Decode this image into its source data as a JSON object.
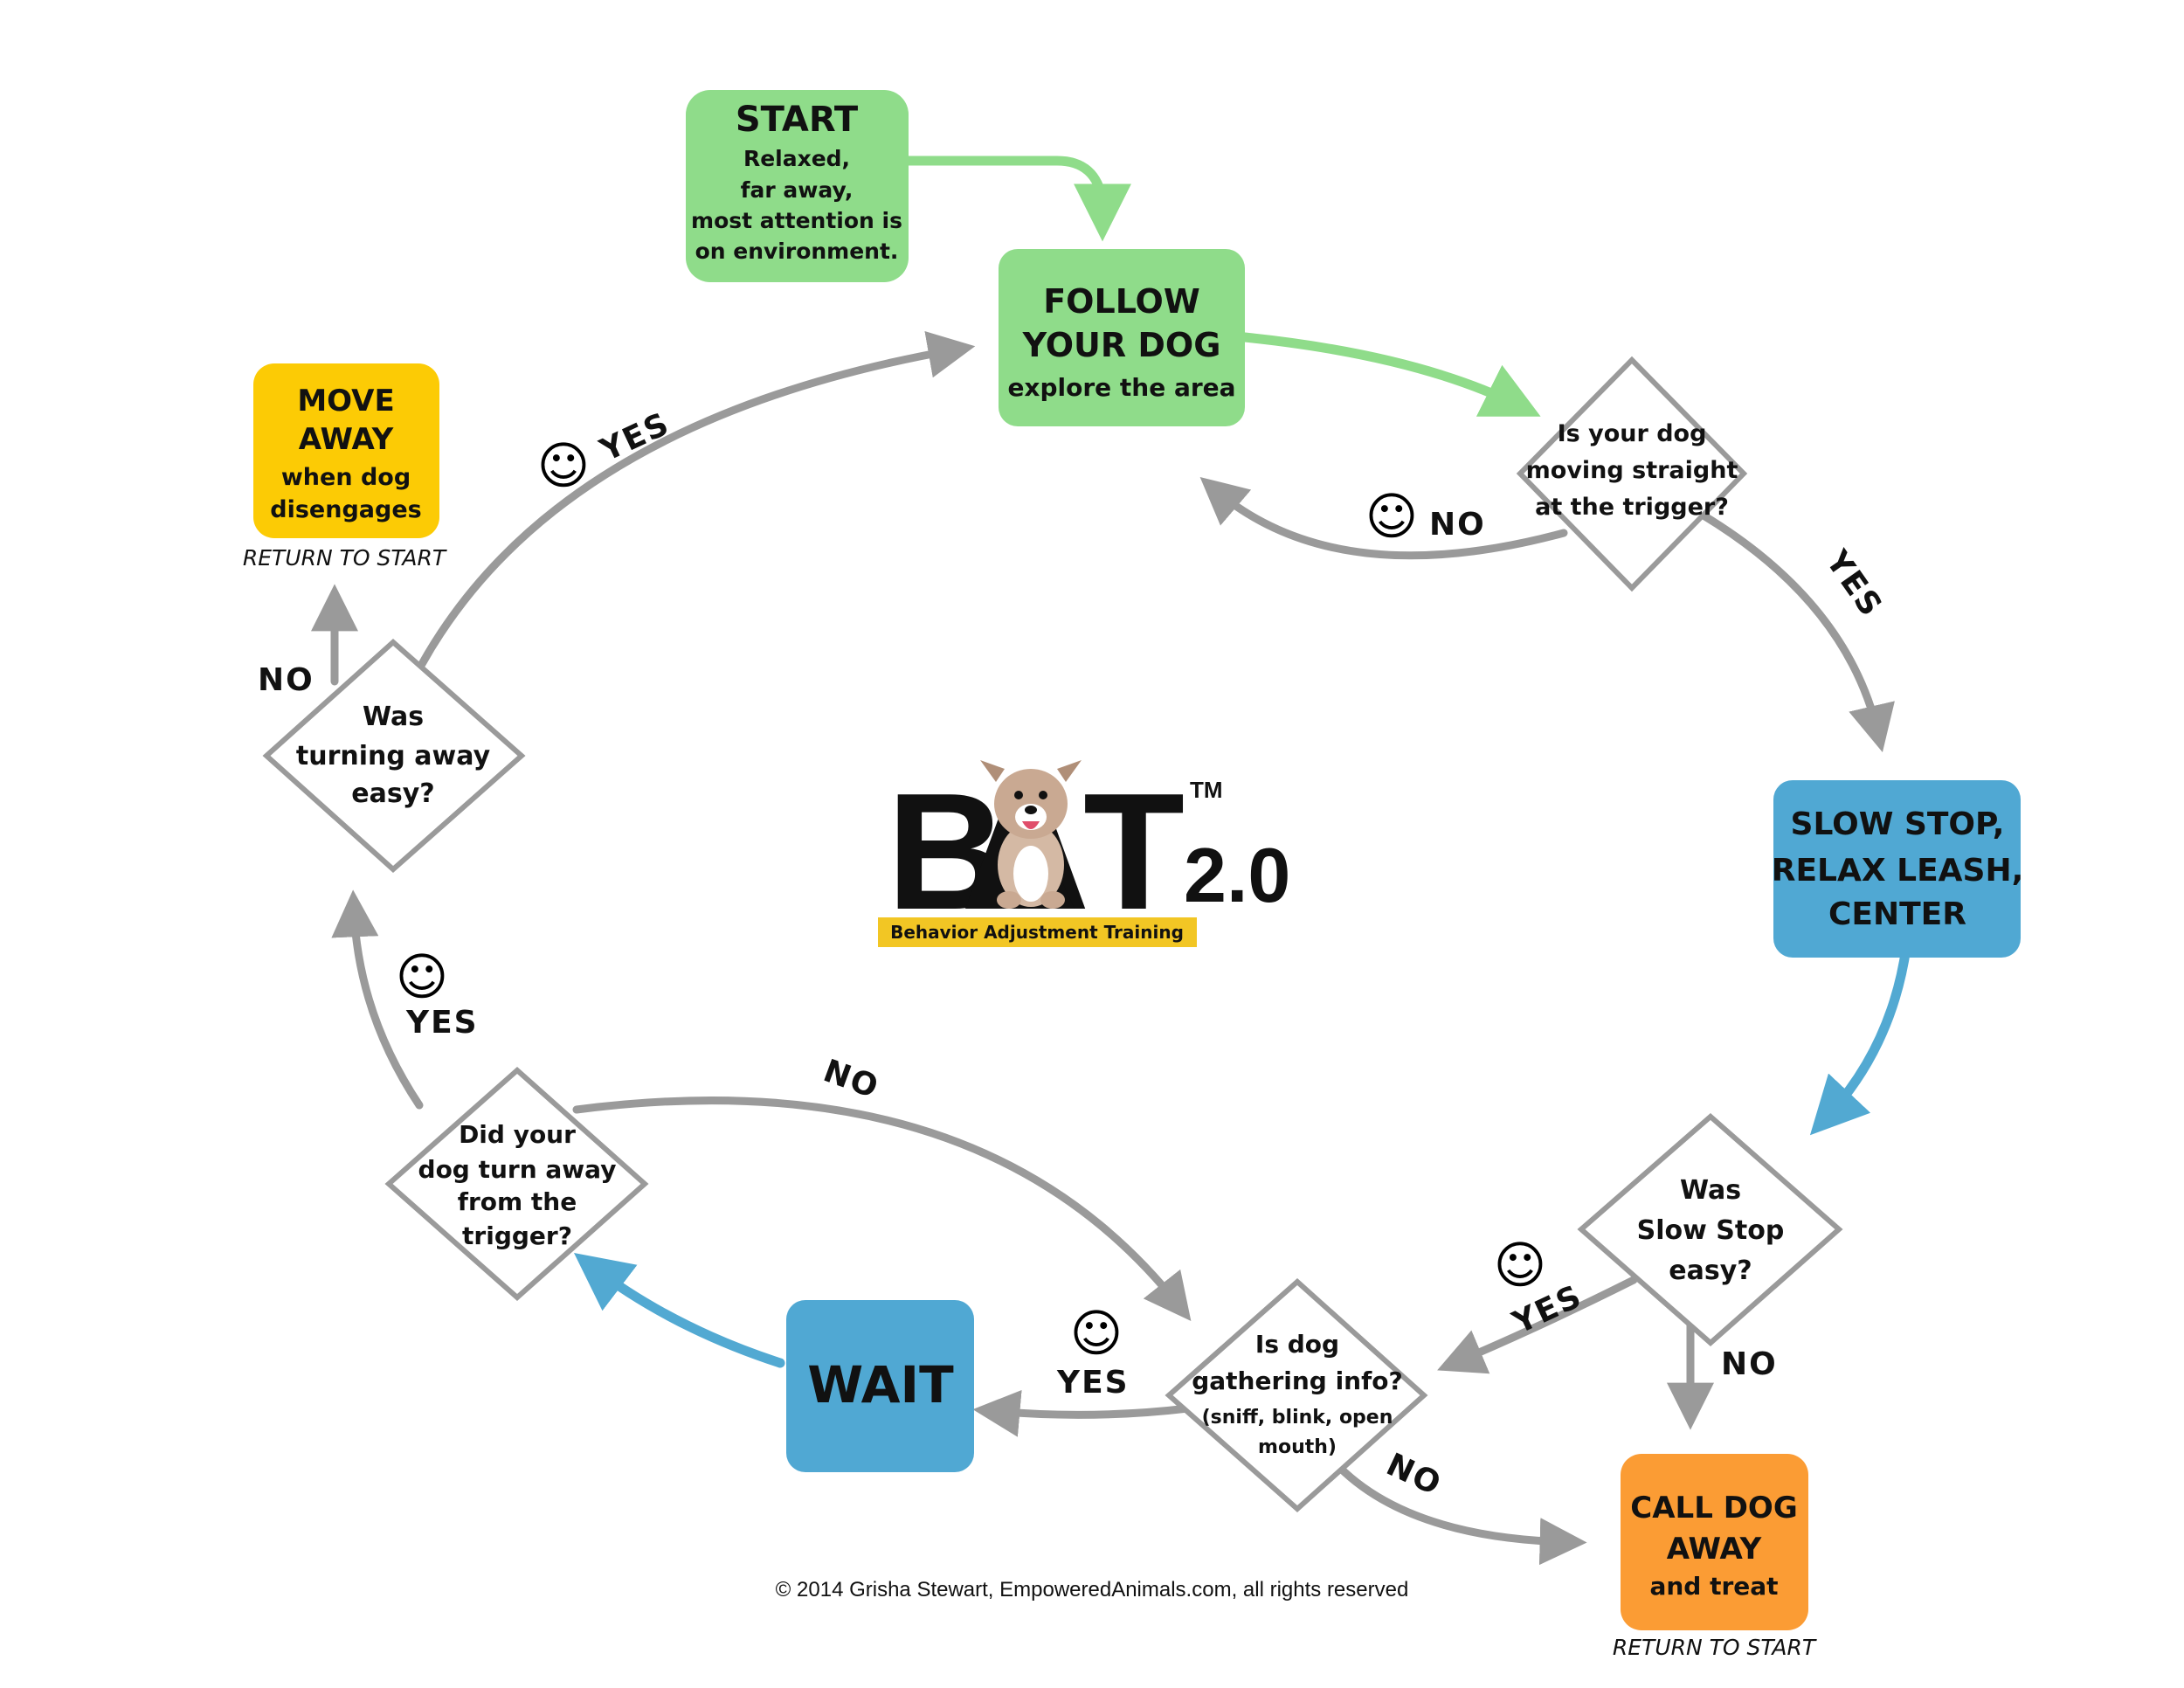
{
  "colors": {
    "green": "#8fdc8a",
    "yellow": "#fccb05",
    "blue": "#50a8d3",
    "orange": "#fb9c34",
    "gray_arrow": "#9a9a9a",
    "blue_arrow": "#52a9d2",
    "green_arrow": "#8fdc8a",
    "logo_banner": "#f2c624"
  },
  "nodes": {
    "start": {
      "title": "START",
      "l1": "Relaxed,",
      "l2": "far away,",
      "l3": "most attention is",
      "l4": "on environment."
    },
    "follow": {
      "l1": "FOLLOW",
      "l2": "YOUR DOG",
      "l3": "explore the area"
    },
    "move_away": {
      "l1": "MOVE",
      "l2": "AWAY",
      "l3": "when dog",
      "l4": "disengages",
      "note": "RETURN TO START"
    },
    "slow_stop": {
      "l1": "SLOW STOP,",
      "l2": "RELAX LEASH,",
      "l3": "CENTER"
    },
    "call_dog": {
      "l1": "CALL DOG",
      "l2": "AWAY",
      "l3": "and treat",
      "note": "RETURN TO START"
    },
    "wait": {
      "l1": "WAIT"
    }
  },
  "decisions": {
    "moving_straight": {
      "l1": "Is your dog",
      "l2": "moving straight",
      "l3": "at the trigger?"
    },
    "turning_easy": {
      "l1": "Was",
      "l2": "turning away",
      "l3": "easy?"
    },
    "slow_stop_easy": {
      "l1": "Was",
      "l2": "Slow Stop",
      "l3": "easy?"
    },
    "gathering_info": {
      "l1": "Is dog",
      "l2": "gathering info?",
      "l3": "(sniff, blink, open",
      "l4": "mouth)"
    },
    "turn_away": {
      "l1": "Did your",
      "l2": "dog turn away",
      "l3": "from the",
      "l4": "trigger?"
    }
  },
  "edge_labels": {
    "yes": "YES",
    "no": "NO",
    "smiley": "☺"
  },
  "logo": {
    "b": "B",
    "a": "A",
    "t": "T",
    "tm": "TM",
    "version": "2.0",
    "banner": "Behavior Adjustment Training"
  },
  "footer": {
    "copyright": "© 2014 Grisha Stewart, EmpoweredAnimals.com, all rights reserved"
  }
}
